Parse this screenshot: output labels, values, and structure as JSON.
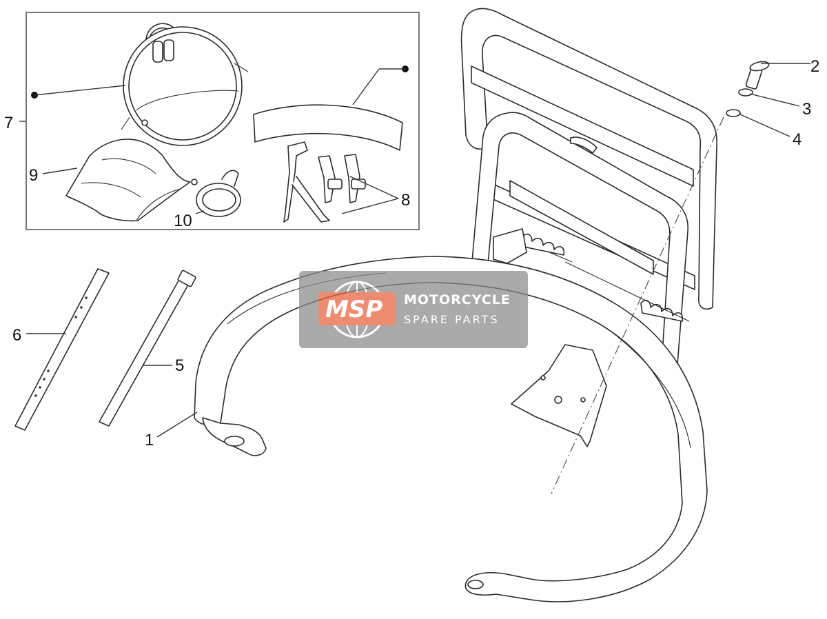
{
  "callouts": [
    {
      "id": "1",
      "label": "1"
    },
    {
      "id": "2",
      "label": "2"
    },
    {
      "id": "3",
      "label": "3"
    },
    {
      "id": "4",
      "label": "4"
    },
    {
      "id": "5",
      "label": "5"
    },
    {
      "id": "6",
      "label": "6"
    },
    {
      "id": "7",
      "label": "7"
    },
    {
      "id": "8",
      "label": "8"
    },
    {
      "id": "9",
      "label": "9"
    },
    {
      "id": "10",
      "label": "10"
    }
  ],
  "watermark": {
    "logo_text": "MSP",
    "title": "MOTORCYCLE",
    "subtitle": "SPARE PARTS",
    "panel_color": "#8a8a8a",
    "accent_color": "#e8603c"
  },
  "colors": {
    "line": "#2a2a2a",
    "background": "#ffffff"
  }
}
